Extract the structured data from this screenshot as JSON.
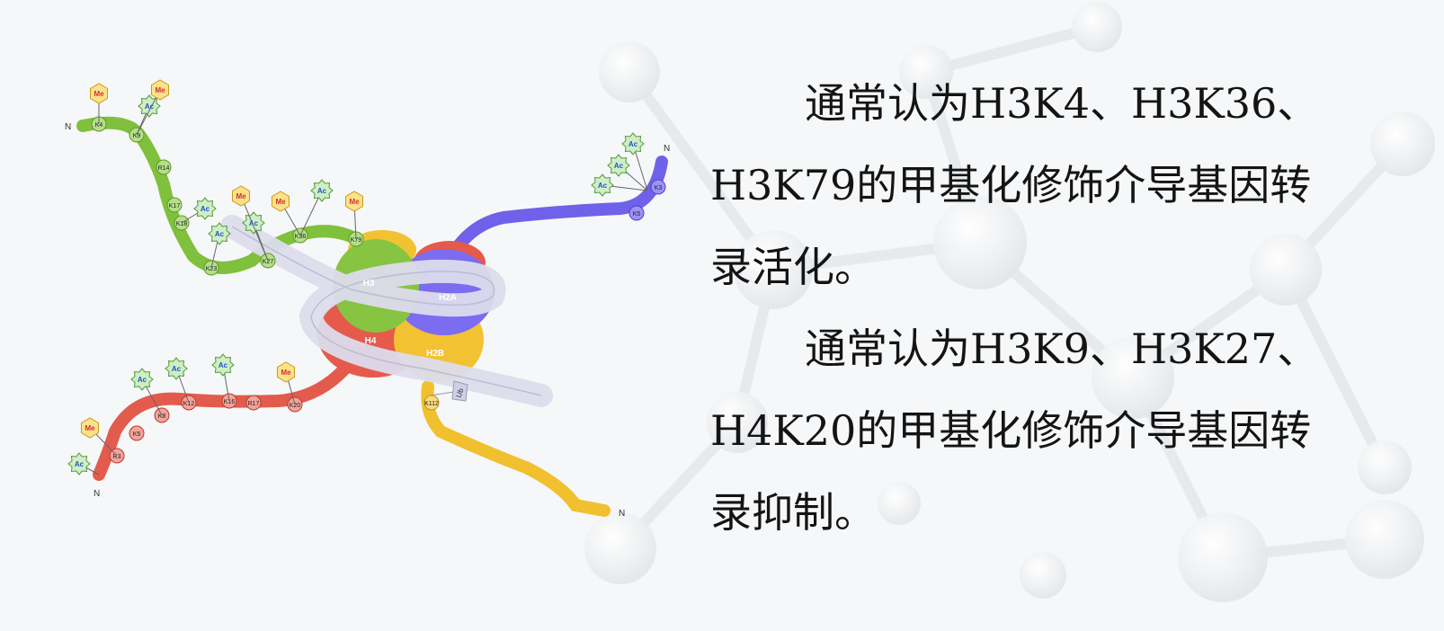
{
  "diagram": {
    "cores": [
      {
        "id": "h3",
        "label": "H3",
        "color": "#86c441"
      },
      {
        "id": "h2a",
        "label": "H2A",
        "color": "#7b6cf0"
      },
      {
        "id": "h4",
        "label": "H4",
        "color": "#e65a4c"
      },
      {
        "id": "h2b",
        "label": "H2B",
        "color": "#f2c232"
      }
    ],
    "n_terminus_label": "N",
    "ub_label": "Ub",
    "h3_tail": {
      "residues": [
        "K4",
        "K9",
        "R14",
        "K17",
        "K18",
        "K23",
        "K27",
        "K36",
        "K79"
      ],
      "marks": [
        {
          "on": "K4",
          "type": "Me"
        },
        {
          "on": "K9",
          "type": "Ac"
        },
        {
          "on": "K9",
          "type": "Me"
        },
        {
          "on": "K18",
          "type": "Ac"
        },
        {
          "on": "K23",
          "type": "Ac"
        },
        {
          "on": "K27",
          "type": "Ac"
        },
        {
          "on": "K27",
          "type": "Me"
        },
        {
          "on": "K36",
          "type": "Me"
        },
        {
          "on": "K36",
          "type": "Ac"
        },
        {
          "on": "K79",
          "type": "Me"
        }
      ]
    },
    "h2a_tail": {
      "residues": [
        "K3",
        "K5"
      ],
      "marks": [
        {
          "type": "Ac"
        },
        {
          "type": "Ac"
        },
        {
          "type": "Ac"
        }
      ]
    },
    "h4_tail": {
      "residues": [
        "R3",
        "K5",
        "K8",
        "K12",
        "K16",
        "R17",
        "K20"
      ],
      "marks": [
        {
          "on": "R3",
          "type": "Me"
        },
        {
          "on": "N",
          "type": "Ac"
        },
        {
          "on": "K8",
          "type": "Ac"
        },
        {
          "on": "K12",
          "type": "Ac"
        },
        {
          "on": "K16",
          "type": "Ac"
        },
        {
          "on": "K20",
          "type": "Me"
        }
      ]
    },
    "h2b_tail": {
      "residues": [
        "K112"
      ]
    }
  },
  "text": {
    "para1_line1": "通常认为H3K4、H3K36、",
    "para1_line2": "H3K79的甲基化修饰介导基因转",
    "para1_line3": "录活化。",
    "para2_line1": "通常认为H3K9、H3K27、",
    "para2_line2": "H4K20的甲基化修饰介导基因转",
    "para2_line3": "录抑制。"
  }
}
